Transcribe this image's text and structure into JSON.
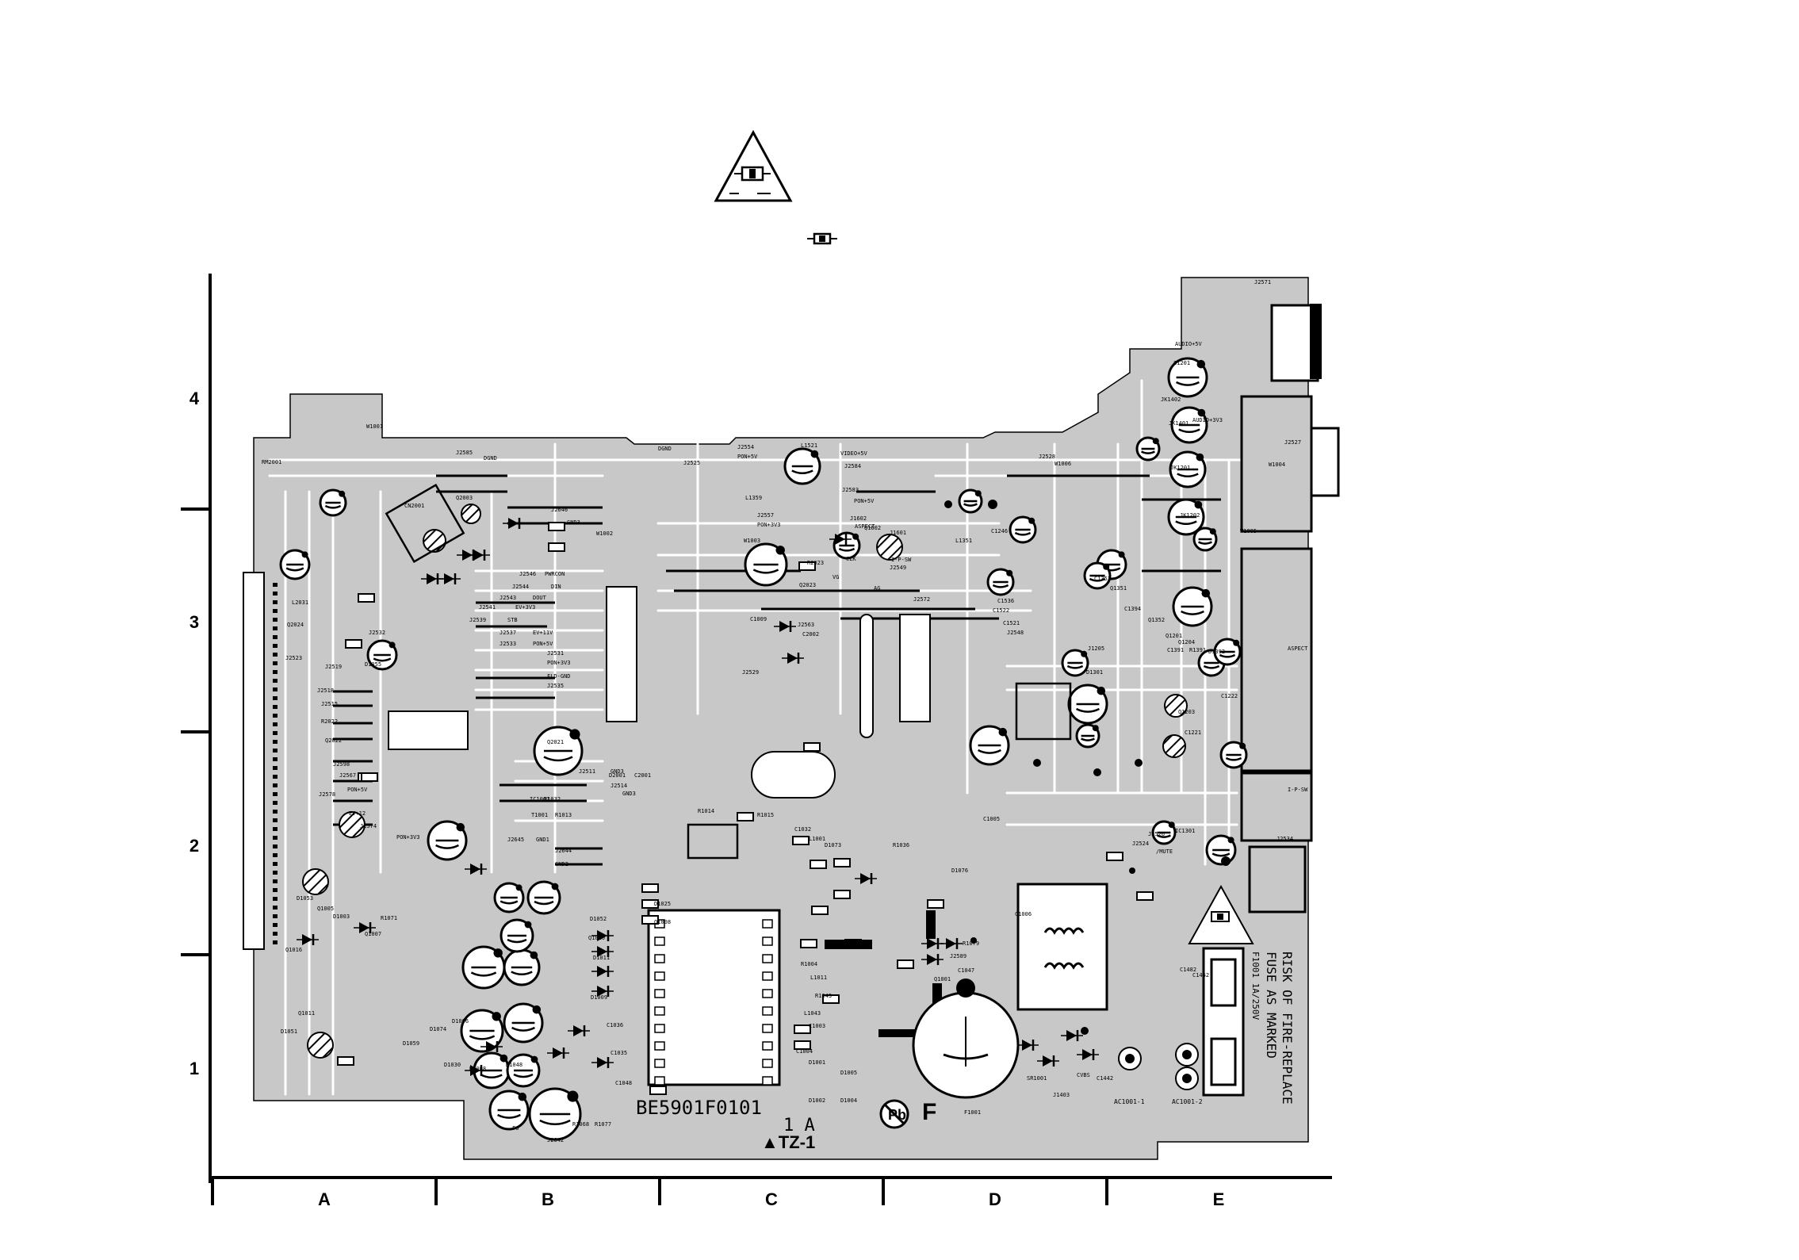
{
  "grid": {
    "rows": [
      "4",
      "3",
      "2",
      "1"
    ],
    "columns": [
      "A",
      "B",
      "C",
      "D",
      "E"
    ]
  },
  "board": {
    "part_number": "BE5901F0101",
    "revision": "1 A",
    "marking": "▲TZ-1",
    "fuse_warning": [
      "RISK OF FIRE-REPLACE",
      "FUSE AS MARKED"
    ],
    "fuse_rating": "F1001 1A/250V",
    "symbol_letter": "F",
    "ac_inputs": [
      "AC1001-1",
      "AC1001-2"
    ]
  },
  "net_labels": [
    "DGND",
    "J2525",
    "J2554",
    "PON+5V",
    "L1521",
    "VIDEO+5V",
    "J2584",
    "J2583",
    "PON+5V",
    "W1001",
    "RM2001",
    "J2585",
    "DGND",
    "CN2001",
    "Q2003",
    "J2646",
    "GND3",
    "W1002",
    "W1003",
    "L1359",
    "J2557",
    "PON+3V3",
    "J1602",
    "ASPECT",
    "Q1602",
    "J1601",
    "I-P-SW",
    "J2549",
    "CLK",
    "J2546",
    "PWRCON",
    "J2544",
    "DIN",
    "J2543",
    "DOUT",
    "J2541",
    "EV+3V3",
    "J2539",
    "STB",
    "J2537",
    "EV+11V",
    "J2533",
    "PON+5V",
    "J2531",
    "PON+3V3",
    "FLD-GND",
    "J2535",
    "J2532",
    "J2523",
    "J2519",
    "J2518",
    "J2515",
    "R2022",
    "Q2022",
    "J2598",
    "J2567",
    "PON+5V",
    "J2578",
    "EV+12",
    "J2574",
    "PON+3V3",
    "J2645",
    "GND1",
    "J2644",
    "GND2",
    "J2511",
    "GND3",
    "J2514",
    "GND3",
    "IC1001",
    "R1032",
    "T1001",
    "R1013",
    "R1014",
    "R1015",
    "D1025",
    "Q1008",
    "C1032",
    "L1001",
    "D1073",
    "R1036",
    "D1076",
    "C1006",
    "R1079",
    "J2589",
    "C1047",
    "Q1001",
    "C1005",
    "R1004",
    "L1011",
    "R1043",
    "L1043",
    "C1003",
    "C1004",
    "D1001",
    "D1002",
    "D1004",
    "D1005",
    "F1001",
    "SR1001",
    "J1403",
    "CVBS",
    "C1442",
    "C1462",
    "C1482",
    "J2528",
    "W1006",
    "JK1402",
    "JK1401",
    "JK1201",
    "JK1202",
    "W1005",
    "W1004",
    "J2527",
    "ASPECT",
    "I-P-SW",
    "J2534",
    "AUDIO+5V",
    "C1201",
    "AUDIO+3V3",
    "J2571",
    "AG",
    "J2572",
    "C1536",
    "C1522",
    "C1521",
    "J2548",
    "VG",
    "C1246",
    "L1351",
    "Q1351",
    "C1352",
    "Q1201",
    "Q1204",
    "Q1203",
    "C1222",
    "C1221",
    "IC1301",
    "J2526",
    "J2524",
    "/MUTE",
    "J1205",
    "D1301",
    "C1394",
    "Q1352",
    "C1391",
    "R1391",
    "D1392",
    "C1009",
    "J2529",
    "J2563",
    "R2023",
    "Q2023",
    "C2002",
    "Q2021",
    "D2001",
    "C2001",
    "L2031",
    "Q2024",
    "D1055",
    "D1053",
    "Q1005",
    "D1003",
    "D1006",
    "D1008",
    "D1030",
    "D1048",
    "D1052",
    "Q1010",
    "D1011",
    "D1009",
    "C1036",
    "C1035",
    "C1048",
    "F6",
    "J2642",
    "R1068",
    "R1077",
    "D1051",
    "Q1016",
    "Q1011",
    "Q1007",
    "R1071",
    "D1059",
    "D1074"
  ],
  "colors": {
    "board_gray": "#c8c8c8",
    "trace_white": "#ffffff",
    "ink": "#000000"
  },
  "icons": [
    "warning-triangle-fuse-icon",
    "fuse-icon",
    "pb-free-icon"
  ]
}
